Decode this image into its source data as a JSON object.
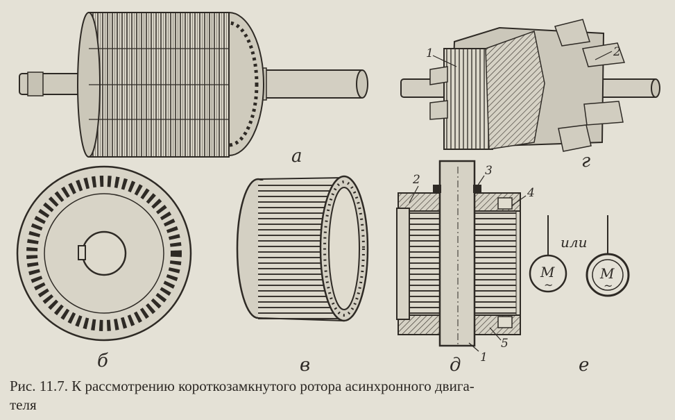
{
  "figure": {
    "panel_labels": {
      "a": "а",
      "b": "б",
      "v": "в",
      "g": "г",
      "d": "д",
      "e": "е"
    },
    "part_numbers": {
      "g_1": "1",
      "g_2": "2",
      "d_1": "1",
      "d_2": "2",
      "d_3": "3",
      "d_4": "4",
      "d_5": "5"
    },
    "symbols": {
      "or_text": "или",
      "motor_letter_1": "M",
      "motor_letter_2": "M",
      "motor_tilde_1": "~",
      "motor_tilde_2": "~"
    }
  },
  "caption": {
    "line1": "Рис. 11.7. К рассмотрению короткозамкнутого  ротора асинхронного двига-",
    "line2": "теля"
  }
}
